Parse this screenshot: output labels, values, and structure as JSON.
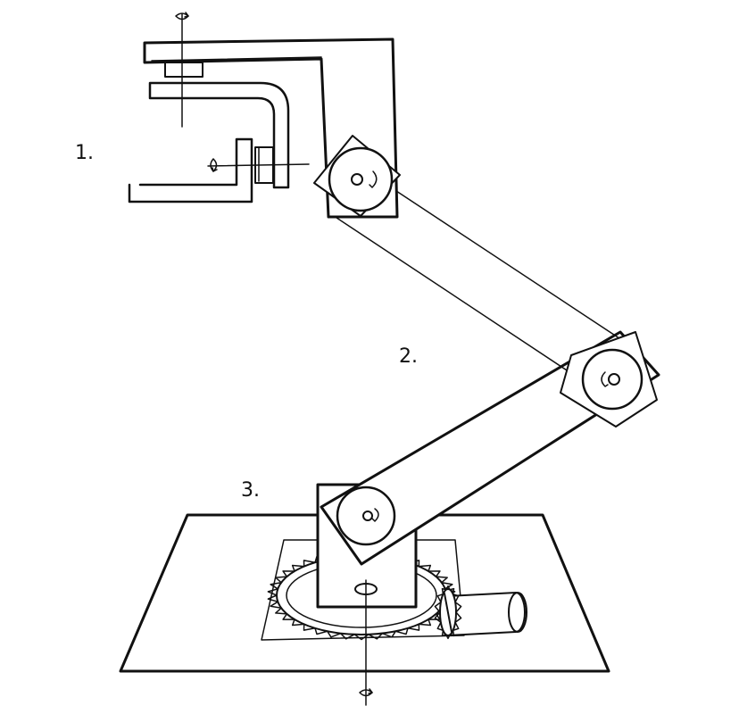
{
  "labels": {
    "gripper": "1.",
    "arm": "2.",
    "base": "3."
  },
  "colors": {
    "ink": "#111111",
    "paper": "#ffffff"
  },
  "icons": {
    "rotation": "rotation-arrow-icon"
  }
}
